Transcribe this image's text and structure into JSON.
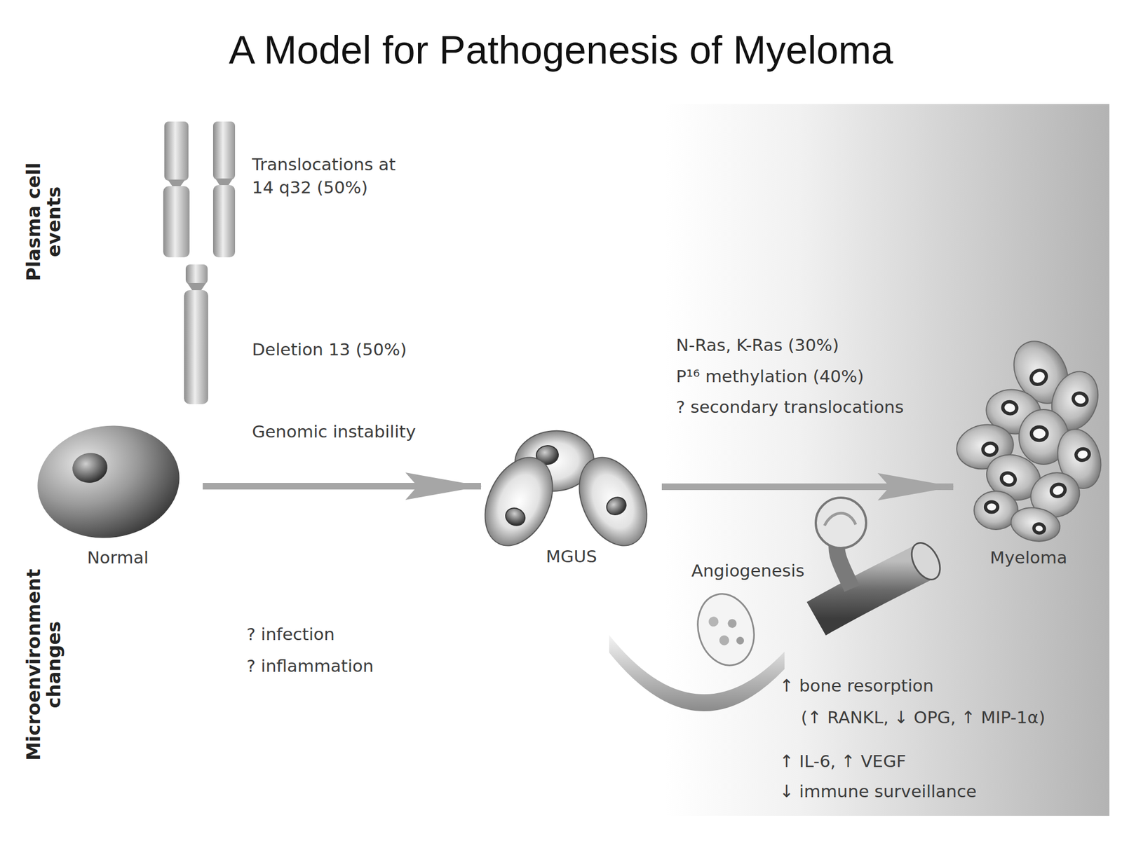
{
  "diagram": {
    "title": "A Model for Pathogenesis of Myeloma",
    "nodes": [
      {
        "text": [
          "Normal"
        ]
      },
      {
        "text": [
          "MGUS"
        ]
      },
      {
        "text": [
          "Myeloma"
        ]
      }
    ],
    "edges": [
      {
        "from": 0,
        "to": 1,
        "arrow": "to",
        "label": "Genomic instability"
      },
      {
        "from": 1,
        "to": 2,
        "arrow": "to"
      }
    ],
    "labels": [
      "Plasma cell events",
      "Microenvironment changes",
      "Translocations at 14 q32 (50%)",
      "Deletion 13 (50%)",
      "N-Ras, K-Ras (30%)",
      "P¹⁶ methylation (40%)",
      "? secondary translocations",
      "Angiogenesis",
      "? infection",
      "? inflammation",
      "↑ bone resorption",
      "(↑ RANKL, ↓ OPG, ↑ MIP-1α)",
      "↑ IL-6, ↑ VEGF",
      "↓ immune surveillance"
    ]
  }
}
